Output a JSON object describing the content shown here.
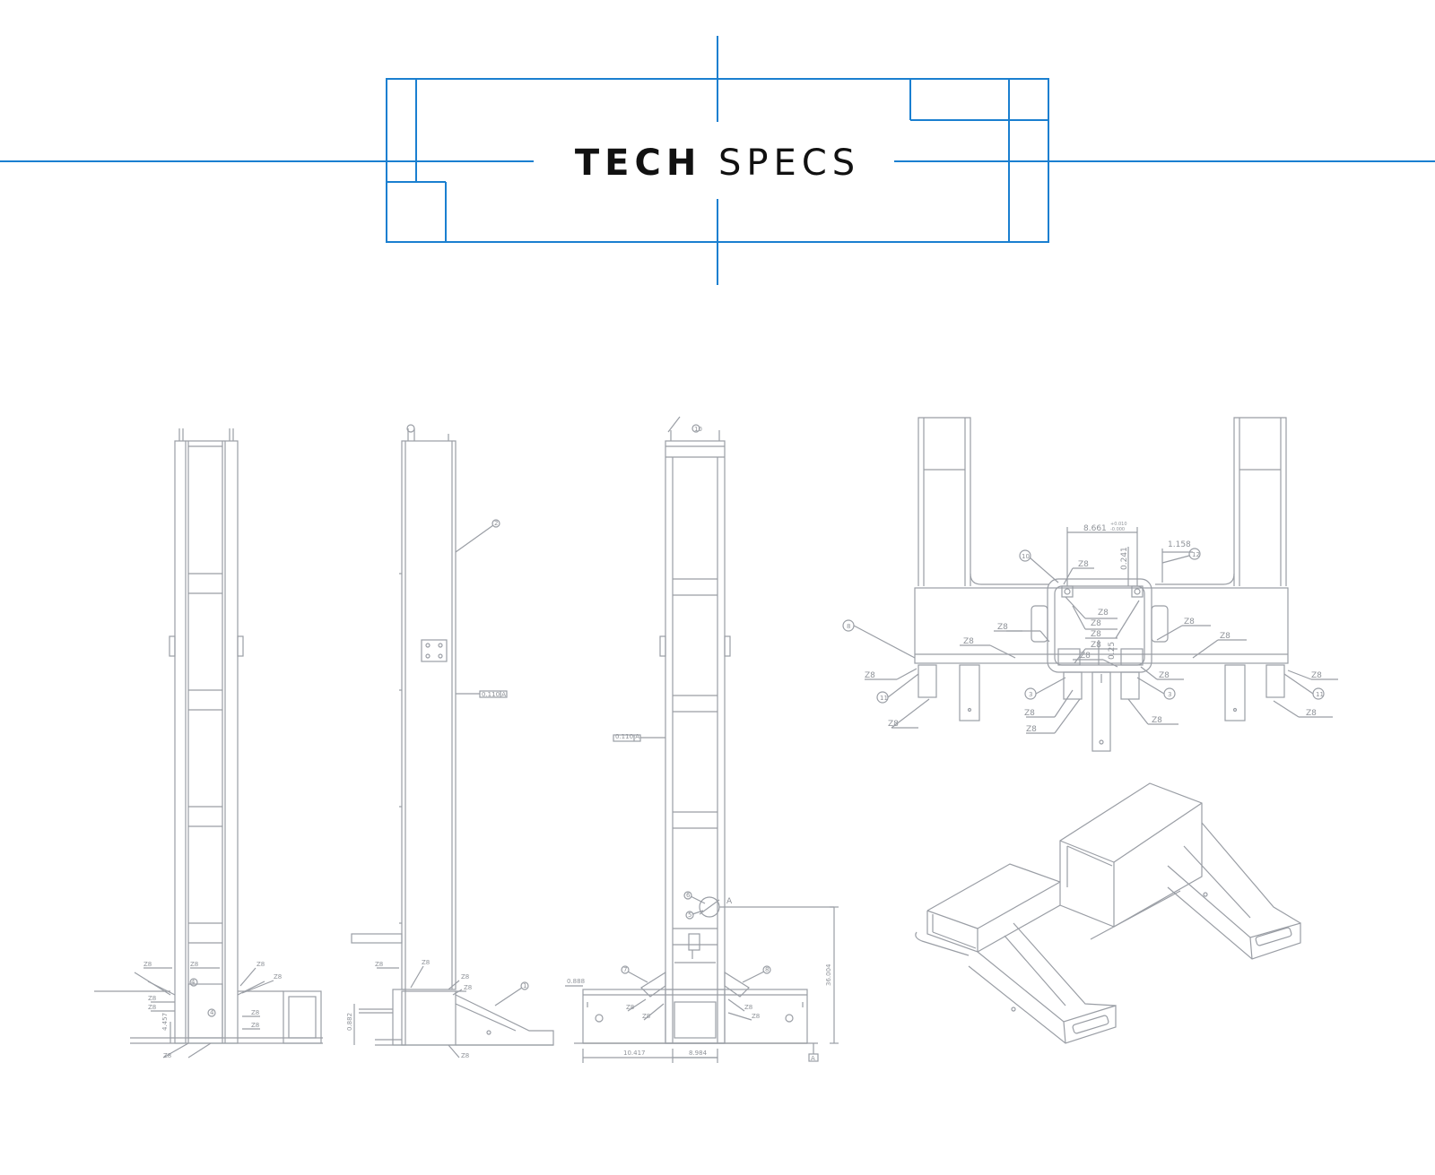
{
  "header": {
    "title_bold": "TECH",
    "title_light": "SPECS",
    "frame_color": "#1a7fd0"
  },
  "drawings": {
    "line_color": "#9a9ea5",
    "front_view": {
      "weld_label": "Z8",
      "callouts": [
        "4",
        "4"
      ],
      "dims": [
        "4.457"
      ]
    },
    "side_view": {
      "callouts": [
        "2",
        "1"
      ],
      "tolerance": "0.110 A",
      "dims": [
        "0.882"
      ],
      "weld_label": "Z8"
    },
    "rear_view": {
      "callouts": [
        "10",
        "6",
        "5",
        "7",
        "8"
      ],
      "tolerance": "0.110 A",
      "dims": [
        "0.888",
        "10.417",
        "8.984",
        "36.004"
      ],
      "datum": "A",
      "weld_label": "Z8"
    },
    "top_view": {
      "dims": [
        "8.661",
        "0.241",
        "1.158",
        "0.25"
      ],
      "tol_upper": "+0.010",
      "tol_lower": "-0.000",
      "callouts": [
        "10",
        "12",
        "8",
        "11",
        "3",
        "3",
        "11"
      ],
      "weld_label": "Z8"
    }
  }
}
